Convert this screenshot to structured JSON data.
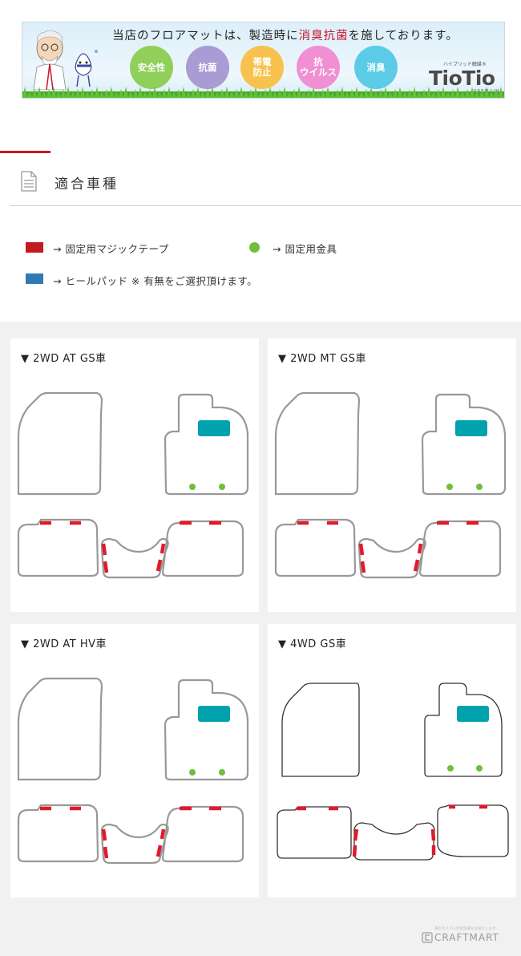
{
  "banner": {
    "text_prefix": "当店のフロアマットは、製造時に",
    "text_accent": "消臭抗菌",
    "text_suffix": "を施しております。",
    "badges": [
      {
        "label": "安全性",
        "color": "#8fcf5a"
      },
      {
        "label": "抗菌",
        "color": "#a99bd3"
      },
      {
        "label": "帯電\n防止",
        "color": "#f7c24d"
      },
      {
        "label": "抗\nウイルス",
        "color": "#f08fd2"
      },
      {
        "label": "消臭",
        "color": "#5ccbe8"
      }
    ],
    "logo_small": "ハイブリッド触媒®",
    "logo_main": "TioTio",
    "logo_sub": "PREMIUM"
  },
  "section": {
    "heading": "適合車種"
  },
  "legend": {
    "items": [
      {
        "symbol": "red-square",
        "text": "→ 固定用マジックテープ",
        "color": "#c41a22"
      },
      {
        "symbol": "green-dot",
        "text": "→ 固定用金具",
        "color": "#6ebf3c"
      },
      {
        "symbol": "blue-square",
        "text": "→ ヒールパッド ※ 有無をご選択頂けます。",
        "color": "#2f7ab4"
      }
    ]
  },
  "variants": [
    {
      "title": "▼ 2WD AT GS車"
    },
    {
      "title": "▼ 2WD MT GS車"
    },
    {
      "title": "▼ 2WD AT HV車"
    },
    {
      "title": "▼ 4WD GS車"
    }
  ],
  "colors": {
    "heel_pad": "#00a3ad",
    "magic_tape": "#e11a2a",
    "fastener": "#6ebf3c",
    "mat_outline": "#999999"
  },
  "footer": {
    "brand": "CRAFTMART",
    "tagline": "車のカスタムの新常識をお届けします"
  }
}
